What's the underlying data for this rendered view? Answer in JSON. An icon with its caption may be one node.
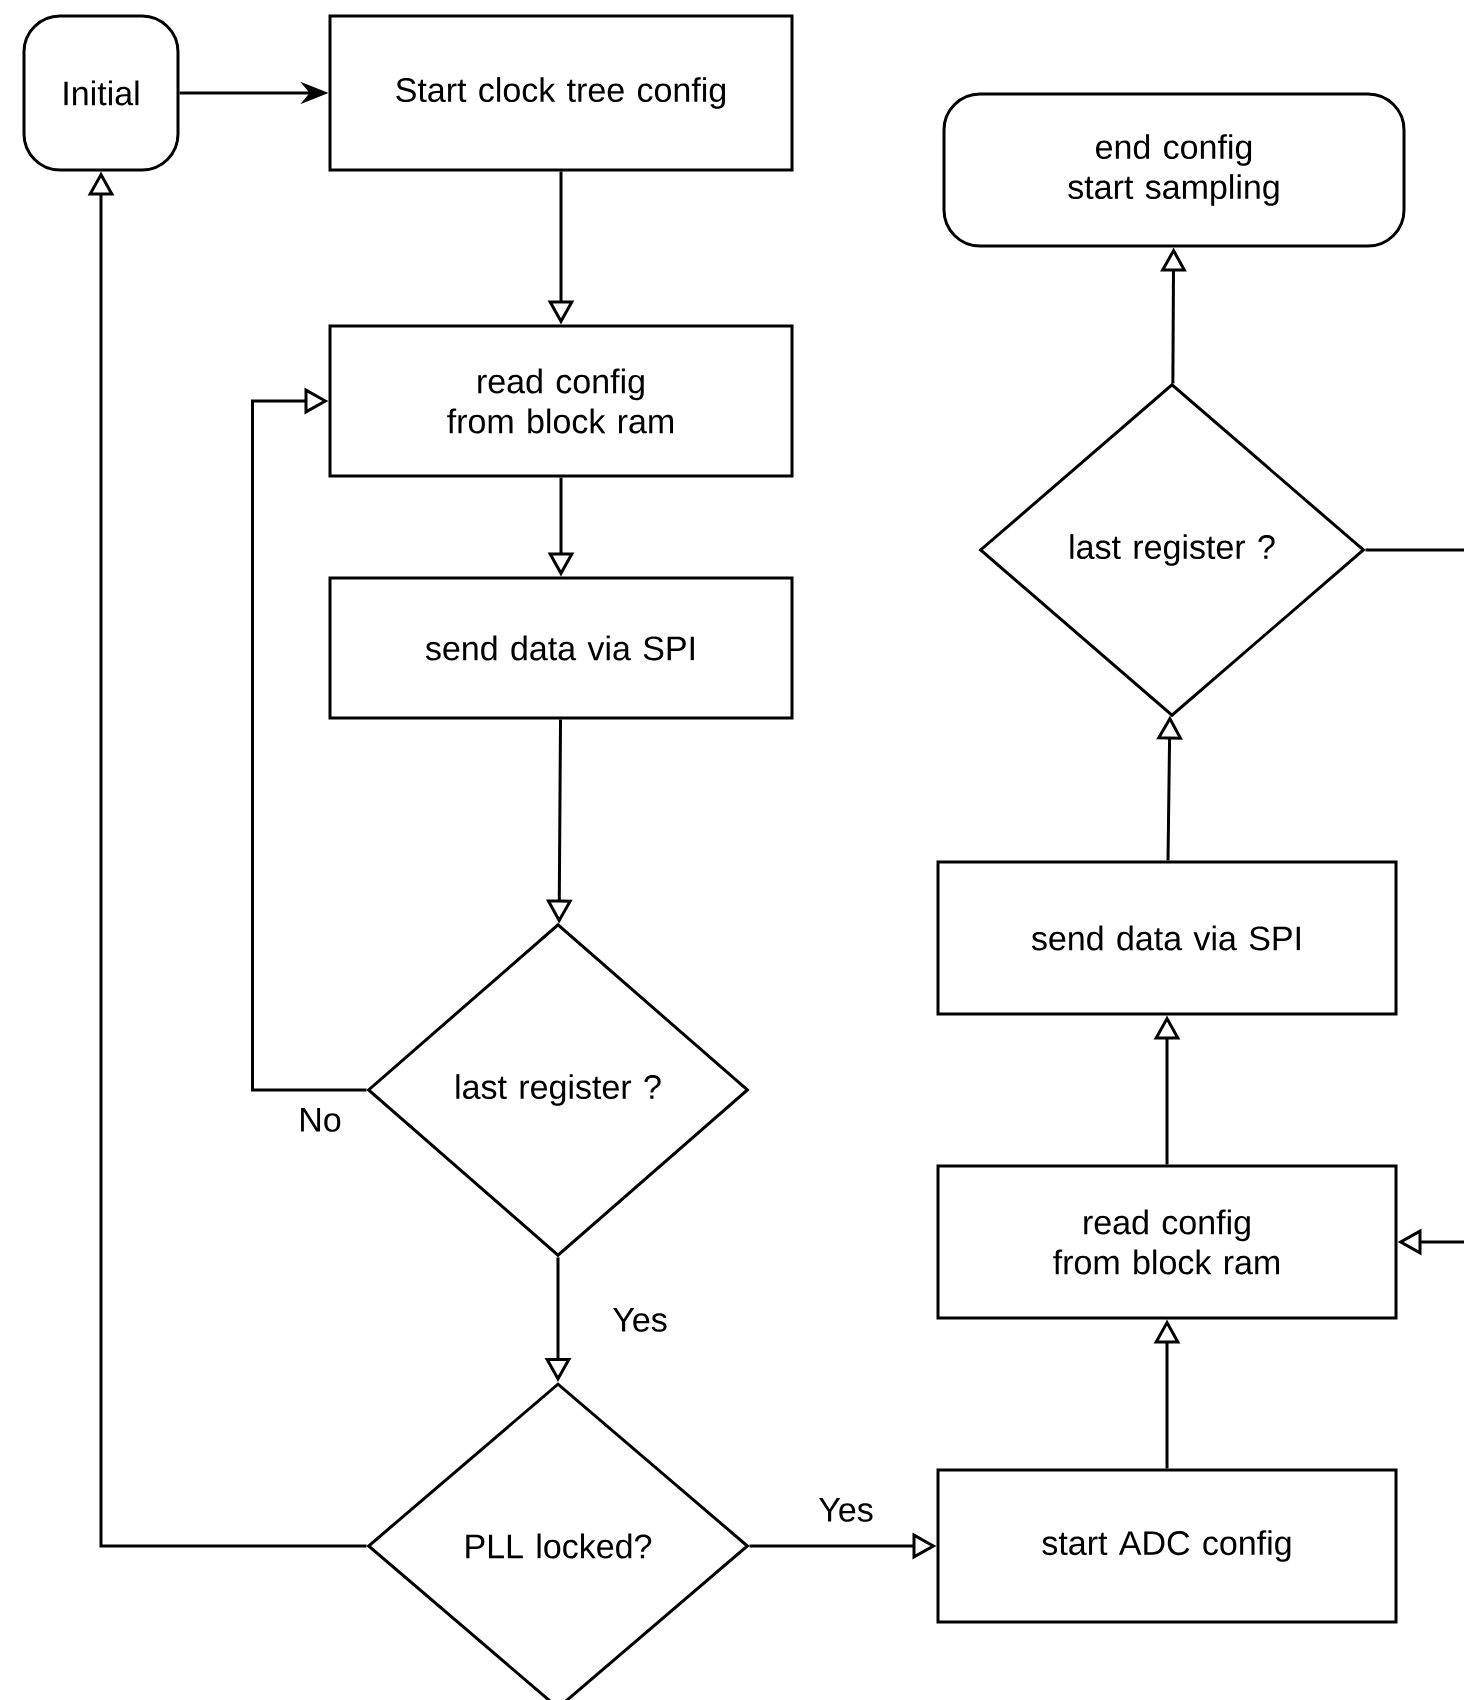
{
  "diagram": {
    "nodes": [
      {
        "text": [
          "Initial"
        ]
      },
      {
        "text": [
          "Start clock tree config"
        ]
      },
      {
        "text": [
          "read config from block ram"
        ]
      },
      {
        "text": [
          "send data via SPI"
        ]
      },
      {
        "text": [
          "last register ?"
        ]
      },
      {
        "text": [
          "PLL locked?"
        ]
      },
      {
        "text": [
          "start ADC config"
        ]
      },
      {
        "text": [
          "read config from block ram"
        ]
      },
      {
        "text": [
          "send data via SPI"
        ]
      },
      {
        "text": [
          "last register ?"
        ]
      },
      {
        "text": [
          "end config start sampling"
        ]
      }
    ],
    "edges": [
      {
        "from": 0,
        "to": 1,
        "arrow": "to"
      },
      {
        "from": 1,
        "to": 2,
        "arrow": "to"
      },
      {
        "from": 2,
        "to": 3,
        "arrow": "to"
      },
      {
        "from": 3,
        "to": 4,
        "arrow": "to"
      },
      {
        "from": 4,
        "to": 2,
        "arrow": "to",
        "label": "No"
      },
      {
        "from": 4,
        "to": 5,
        "arrow": "to",
        "label": "Yes"
      },
      {
        "from": 5,
        "to": 0,
        "arrow": "to"
      },
      {
        "from": 5,
        "to": 6,
        "arrow": "to",
        "label": "Yes"
      },
      {
        "from": 6,
        "to": 7,
        "arrow": "to"
      },
      {
        "from": 7,
        "to": 8,
        "arrow": "to"
      },
      {
        "from": 8,
        "to": 9,
        "arrow": "to"
      },
      {
        "from": 9,
        "to": 10,
        "arrow": "to"
      },
      {
        "from": 9,
        "to": 7,
        "arrow": "to"
      }
    ]
  }
}
